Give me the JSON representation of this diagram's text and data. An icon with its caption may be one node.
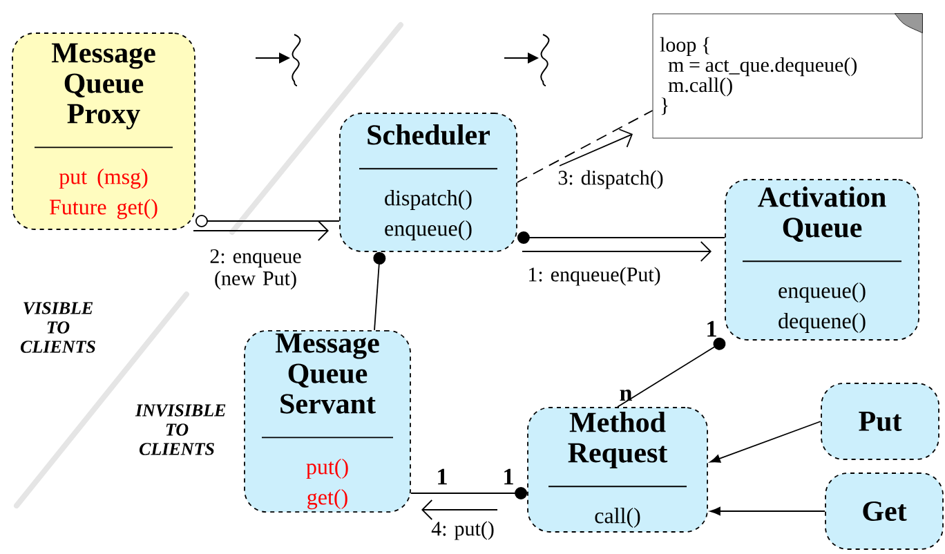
{
  "diagram": {
    "nodes": [
      {
        "text": [
          "Message Queue Proxy",
          "put (msg)",
          "Future get()"
        ]
      },
      {
        "text": [
          "Scheduler",
          "dispatch()",
          "enqueue()"
        ]
      },
      {
        "text": [
          "Activation Queue",
          "enqueue()",
          "dequene()"
        ]
      },
      {
        "text": [
          "Message Queue Servant",
          "put()",
          "get()"
        ]
      },
      {
        "text": [
          "Method Request",
          "call()"
        ]
      },
      {
        "text": [
          "Put"
        ]
      },
      {
        "text": [
          "Get"
        ]
      },
      {
        "text": [
          "loop {",
          "m = act_que.dequeue()",
          "m.call()",
          "}"
        ]
      }
    ],
    "edges": [
      {
        "from": 0,
        "to": 1,
        "arrow": "other",
        "label": "2: enqueue (new Put)"
      },
      {
        "from": 1,
        "to": 2,
        "arrow": "other",
        "label": "1: enqueue(Put)"
      },
      {
        "from": 1,
        "to": 3,
        "arrow": "other"
      },
      {
        "from": 2,
        "to": 4,
        "arrow": "other"
      },
      {
        "from": 4,
        "to": 3,
        "arrow": "other",
        "label": "4: put()"
      },
      {
        "from": 5,
        "to": 4,
        "arrow": "to"
      },
      {
        "from": 6,
        "to": 4,
        "arrow": "to"
      },
      {
        "from": 1,
        "to": 7,
        "arrow": "none",
        "style": "dashed",
        "label": "3: dispatch()"
      }
    ],
    "labels": [
      "VISIBLE TO CLIENTS",
      "INVISIBLE TO CLIENTS",
      "1",
      "n",
      "1",
      "1"
    ]
  }
}
